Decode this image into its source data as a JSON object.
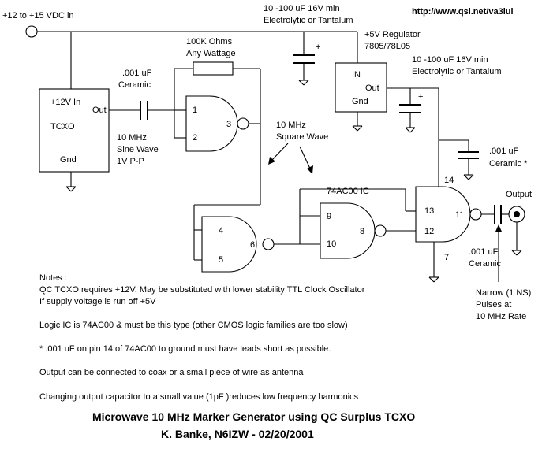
{
  "header": {
    "url": "http://www.qsl.net/va3iul",
    "supply_in": "+12 to +15 VDC in"
  },
  "parts": {
    "c_supply_value": "10 -100 uF 16V min",
    "c_supply_type": "Electrolytic or Tantalum",
    "resistor_value": "100K Ohms",
    "resistor_rating": "Any Wattage",
    "c_couple_value": ".001 uF",
    "c_couple_type": "Ceramic",
    "regulator_title": "+5V Regulator",
    "regulator_part": "7805/78L05",
    "regulator_in": "IN",
    "regulator_out": "Out",
    "regulator_gnd": "Gnd",
    "c_reg_value": "10 -100 uF 16V min",
    "c_reg_type": "Electrolytic or Tantalum",
    "tcxo_power": "+12V In",
    "tcxo_name": "TCXO",
    "tcxo_out": "Out",
    "tcxo_gnd": "Gnd",
    "sine_line1": "10 MHz",
    "sine_line2": "Sine Wave",
    "sine_line3": "1V P-P",
    "square_line1": "10 MHz",
    "square_line2": "Square Wave",
    "c_bypass_value": ".001 uF",
    "c_bypass_type": "Ceramic *",
    "ic_label": "74AC00 IC",
    "output_label": "Output",
    "c_out_value": ".001 uF",
    "c_out_type": "Ceramic",
    "pulse_line1": "Narrow (1 NS)",
    "pulse_line2": "Pulses at",
    "pulse_line3": "10 MHz Rate",
    "plus_sign": "+"
  },
  "pins": {
    "g1_in1": "1",
    "g1_in2": "2",
    "g1_out": "3",
    "g2_in1": "4",
    "g2_in2": "5",
    "g2_out": "6",
    "g3_in1": "9",
    "g3_in2": "10",
    "g3_out": "8",
    "g4_in1": "13",
    "g4_in2": "12",
    "g4_out": "11",
    "vcc": "14",
    "gnd": "7"
  },
  "notes": {
    "heading": "Notes :",
    "line1": "QC TCXO requires +12V.  May be substituted with lower stability TTL Clock Oscillator",
    "line2": "If supply voltage is run off +5V",
    "line3": "Logic IC is 74AC00 & must be this type  (other CMOS logic families are too slow)",
    "line4": "*  .001 uF on pin 14 of  74AC00 to ground must have leads short as possible.",
    "line5": "Output can be connected to coax or a small piece of wire as antenna",
    "line6": "Changing output capacitor to a small value  (1pF )reduces low frequency harmonics"
  },
  "footer": {
    "title": "Microwave 10 MHz Marker Generator using QC Surplus TCXO",
    "author": "K. Banke, N6IZW - 02/20/2001"
  }
}
